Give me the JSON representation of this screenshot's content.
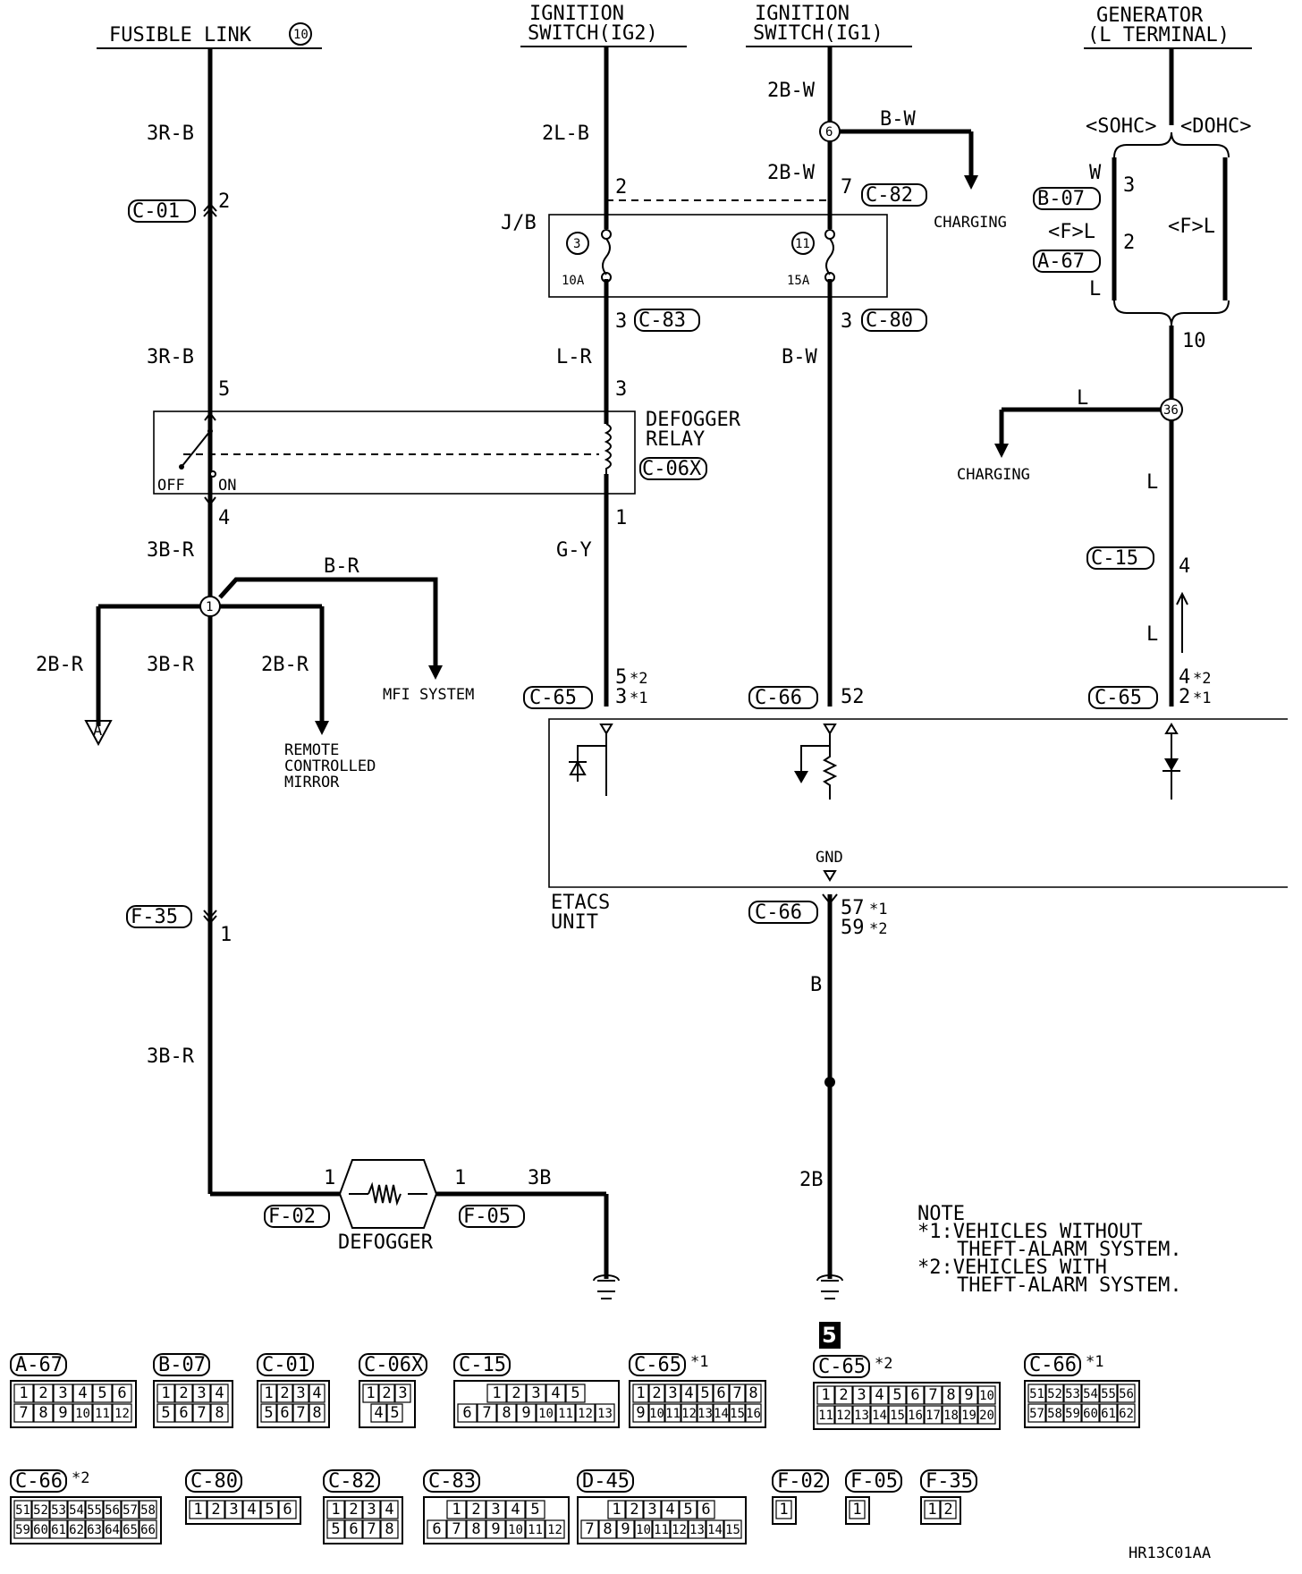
{
  "sources": {
    "fusible_link": "FUSIBLE LINK",
    "fusible_link_num": "10",
    "ig2_line1": "IGNITION",
    "ig2_line2": "SWITCH(IG2)",
    "ig1_line1": "IGNITION",
    "ig1_line2": "SWITCH(IG1)",
    "gen_line1": "GENERATOR",
    "gen_line2": "(L TERMINAL)"
  },
  "wires": {
    "w3rb_a": "3R-B",
    "w3rb_b": "3R-B",
    "w2lb": "2L-B",
    "w2bw_a": "2B-W",
    "w2bw_b": "2B-W",
    "wbw_branch": "B-W",
    "wlr": "L-R",
    "wbw": "B-W",
    "w3br_a": "3B-R",
    "wbr": "B-R",
    "w2br_left": "2B-R",
    "w3br_b": "3B-R",
    "w2br_mid": "2B-R",
    "wgy": "G-Y",
    "w3br_c": "3B-R",
    "w3b": "3B",
    "wb": "B",
    "w2b": "2B",
    "wl_branch": "L",
    "wl_a": "L",
    "wl_b": "L",
    "ww": "W",
    "wfl_left": "L"
  },
  "labels": {
    "sohc": "<SOHC>",
    "dohc": "<DOHC>",
    "f_left": "<F>L",
    "f_right": "<F>L",
    "charging_a": "CHARGING",
    "charging_b": "CHARGING",
    "jb": "J/B",
    "fuse_10a": "10A",
    "fuse_15a": "15A",
    "fuse3": "3",
    "fuse11": "11",
    "defogger_relay_1": "DEFOGGER",
    "defogger_relay_2": "RELAY",
    "off": "OFF",
    "on": "ON",
    "mfi": "MFI SYSTEM",
    "remote_1": "REMOTE",
    "remote_2": "CONTROLLED",
    "remote_3": "MIRROR",
    "etacs_1": "ETACS",
    "etacs_2": "UNIT",
    "gnd": "GND",
    "defogger": "DEFOGGER",
    "ground_ref": "5",
    "figure_id": "HR13C01AA",
    "arrow_a": "A",
    "node1": "1",
    "node6": "6",
    "node36": "36"
  },
  "connectors": {
    "c01": "C-01",
    "b07": "B-07",
    "a67": "A-67",
    "c82": "C-82",
    "c83": "C-83",
    "c80": "C-80",
    "c06x": "C-06X",
    "c15": "C-15",
    "c65_a": "C-65",
    "c66_a": "C-66",
    "c65_b": "C-65",
    "f35": "F-35",
    "c66_b": "C-66",
    "f02": "F-02",
    "f05": "F-05"
  },
  "pins": {
    "p2_c01": "2",
    "p2_ig2": "2",
    "p7": "7",
    "p3_gen": "3",
    "p2_gen": "2",
    "p3_c83": "3",
    "p3_c80": "3",
    "p10": "10",
    "p5": "5",
    "p3_relay": "3",
    "p4": "4",
    "p1_relay": "1",
    "p4_c15": "4",
    "p_c65a_1": "5",
    "p_c65a_1s": "*2",
    "p_c65a_2": "3",
    "p_c65a_2s": "*1",
    "p52": "52",
    "p_c65b_1": "4",
    "p_c65b_1s": "*2",
    "p_c65b_2": "2",
    "p_c65b_2s": "*1",
    "p1_f35": "1",
    "p_c66b_1": "57",
    "p_c66b_1s": "*1",
    "p_c66b_2": "59",
    "p_c66b_2s": "*2",
    "p1_f02": "1",
    "p1_f05": "1"
  },
  "note": {
    "title": "NOTE",
    "l1": "*1:VEHICLES WITHOUT",
    "l2": "THEFT-ALARM SYSTEM.",
    "l3": "*2:VEHICLES WITH",
    "l4": "THEFT-ALARM SYSTEM."
  },
  "legend": {
    "a67": {
      "label": "A-67",
      "rows": [
        [
          "1",
          "2",
          "3",
          "4",
          "5",
          "6"
        ],
        [
          "7",
          "8",
          "9",
          "10",
          "11",
          "12"
        ]
      ]
    },
    "b07": {
      "label": "B-07",
      "rows": [
        [
          "1",
          "2",
          "3",
          "4"
        ],
        [
          "5",
          "6",
          "7",
          "8"
        ]
      ]
    },
    "c01": {
      "label": "C-01",
      "rows": [
        [
          "1",
          "2",
          "3",
          "4"
        ],
        [
          "5",
          "6",
          "7",
          "8"
        ]
      ]
    },
    "c06x": {
      "label": "C-06X",
      "rows": [
        [
          "1",
          "2",
          "3"
        ],
        [
          "4",
          "5"
        ]
      ]
    },
    "c15": {
      "label": "C-15",
      "rows": [
        [
          "1",
          "2",
          "3",
          "4",
          "5"
        ],
        [
          "6",
          "7",
          "8",
          "9",
          "10",
          "11",
          "12",
          "13"
        ]
      ]
    },
    "c65_1": {
      "label": "C-65",
      "mark": "*1",
      "rows": [
        [
          "1",
          "2",
          "3",
          "4",
          "5",
          "6",
          "7",
          "8"
        ],
        [
          "9",
          "10",
          "11",
          "12",
          "13",
          "14",
          "15",
          "16"
        ]
      ]
    },
    "c65_2": {
      "label": "C-65",
      "mark": "*2",
      "rows": [
        [
          "1",
          "2",
          "3",
          "4",
          "5",
          "6",
          "7",
          "8",
          "9",
          "10"
        ],
        [
          "11",
          "12",
          "13",
          "14",
          "15",
          "16",
          "17",
          "18",
          "19",
          "20"
        ]
      ]
    },
    "c66_1": {
      "label": "C-66",
      "mark": "*1",
      "rows": [
        [
          "51",
          "52",
          "53",
          "54",
          "55",
          "56"
        ],
        [
          "57",
          "58",
          "59",
          "60",
          "61",
          "62"
        ]
      ]
    },
    "c66_2": {
      "label": "C-66",
      "mark": "*2",
      "rows": [
        [
          "51",
          "52",
          "53",
          "54",
          "55",
          "56",
          "57",
          "58"
        ],
        [
          "59",
          "60",
          "61",
          "62",
          "63",
          "64",
          "65",
          "66"
        ]
      ]
    },
    "c80": {
      "label": "C-80",
      "rows": [
        [
          "1",
          "2",
          "3",
          "4",
          "5",
          "6"
        ]
      ]
    },
    "c82": {
      "label": "C-82",
      "rows": [
        [
          "1",
          "2",
          "3",
          "4"
        ],
        [
          "5",
          "6",
          "7",
          "8"
        ]
      ]
    },
    "c83": {
      "label": "C-83",
      "rows": [
        [
          "1",
          "2",
          "3",
          "4",
          "5"
        ],
        [
          "6",
          "7",
          "8",
          "9",
          "10",
          "11",
          "12"
        ]
      ]
    },
    "d45": {
      "label": "D-45",
      "rows": [
        [
          "1",
          "2",
          "3",
          "4",
          "5",
          "6"
        ],
        [
          "7",
          "8",
          "9",
          "10",
          "11",
          "12",
          "13",
          "14",
          "15"
        ]
      ]
    },
    "f02": {
      "label": "F-02",
      "rows": [
        [
          "1"
        ]
      ]
    },
    "f05": {
      "label": "F-05",
      "rows": [
        [
          "1"
        ]
      ]
    },
    "f35": {
      "label": "F-35",
      "rows": [
        [
          "1",
          "2"
        ]
      ]
    }
  }
}
